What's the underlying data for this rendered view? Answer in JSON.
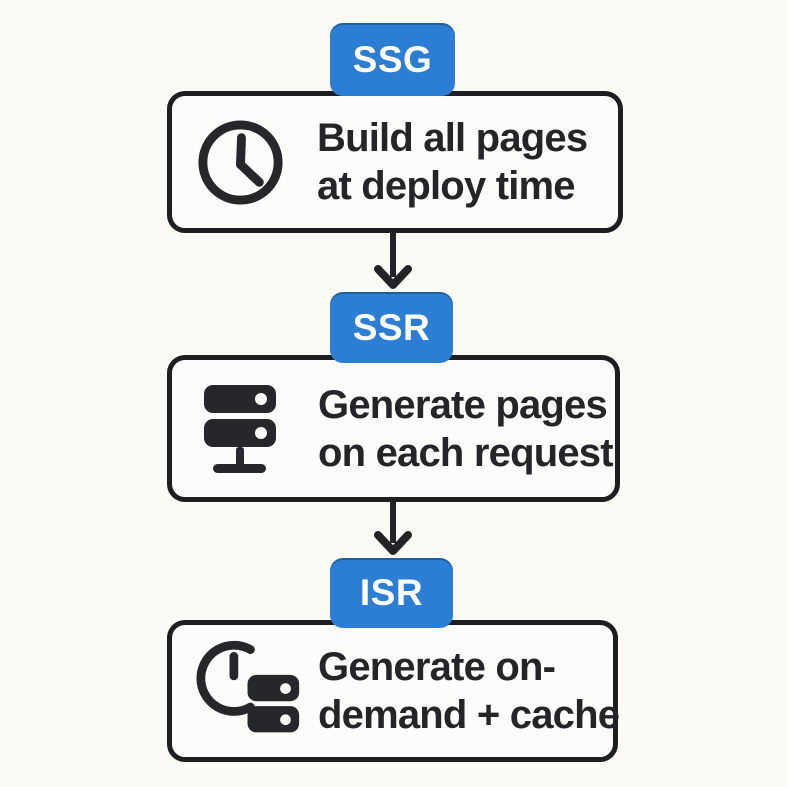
{
  "diagram": {
    "title_implicit": "Rendering strategies flow",
    "colors": {
      "background": "#fbfaf5",
      "badge_blue": "#2b7ed3",
      "ink": "#26272b",
      "box_fill": "#fcfcfa",
      "box_border": "#1d1e21",
      "badge_text": "#ffffff",
      "body_text": "#242529"
    },
    "nodes": [
      {
        "id": "ssg",
        "badge": "SSG",
        "icon": "clock-icon",
        "line1": "Build all pages",
        "line2": "at deploy time"
      },
      {
        "id": "ssr",
        "badge": "SSR",
        "icon": "server-icon",
        "line1": "Generate pages",
        "line2": "on each request"
      },
      {
        "id": "isr",
        "badge": "ISR",
        "icon": "clock-server-icon",
        "line1": "Generate on-",
        "line2": "demand + cache"
      }
    ],
    "connectors": [
      {
        "from": "ssg",
        "to": "ssr",
        "style": "arrow-down"
      },
      {
        "from": "ssr",
        "to": "isr",
        "style": "arrow-down"
      }
    ]
  }
}
